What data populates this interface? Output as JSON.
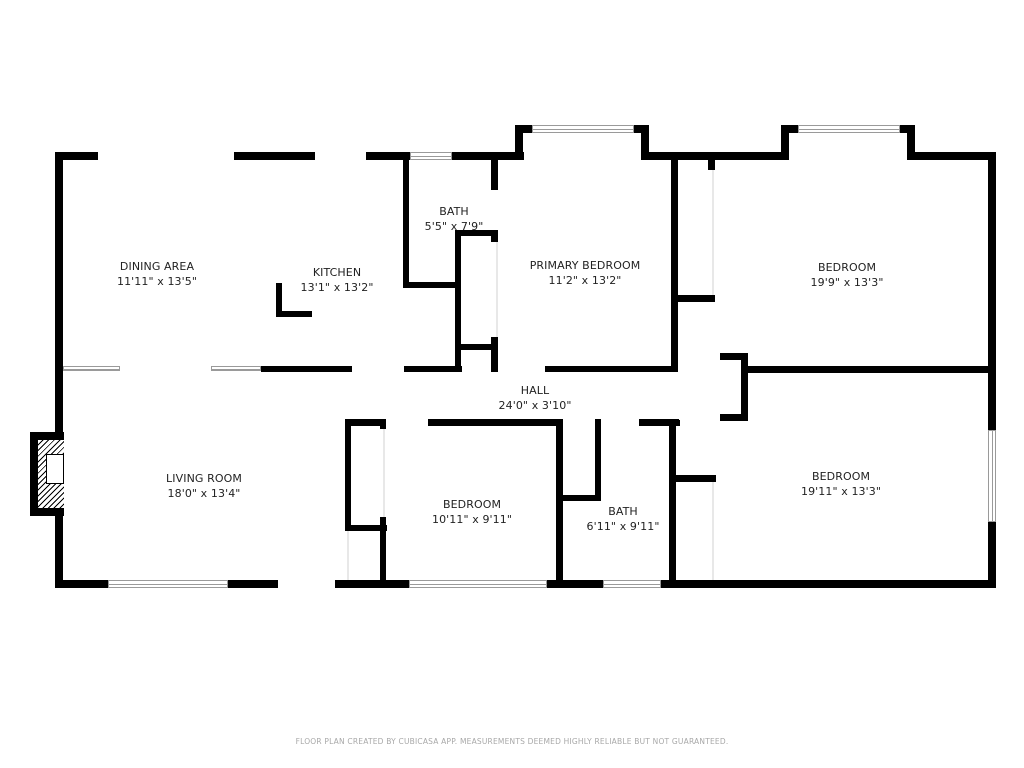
{
  "rooms": {
    "dining": {
      "name": "DINING AREA",
      "dims": "11'11\" x 13'5\""
    },
    "kitchen": {
      "name": "KITCHEN",
      "dims": "13'1\" x 13'2\""
    },
    "bath1": {
      "name": "BATH",
      "dims": "5'5\" x 7'9\""
    },
    "primary_bedroom": {
      "name": "PRIMARY BEDROOM",
      "dims": "11'2\" x 13'2\""
    },
    "bedroom_ne": {
      "name": "BEDROOM",
      "dims": "19'9\" x 13'3\""
    },
    "hall": {
      "name": "HALL",
      "dims": "24'0\" x 3'10\""
    },
    "living": {
      "name": "LIVING ROOM",
      "dims": "18'0\" x 13'4\""
    },
    "bedroom_s": {
      "name": "BEDROOM",
      "dims": "10'11\" x 9'11\""
    },
    "bath2": {
      "name": "BATH",
      "dims": "6'11\" x 9'11\""
    },
    "bedroom_se": {
      "name": "BEDROOM",
      "dims": "19'11\" x 13'3\""
    }
  },
  "footer": {
    "disclaimer": "FLOOR PLAN CREATED BY CUBICASA APP. MEASUREMENTS DEEMED HIGHLY RELIABLE BUT NOT GUARANTEED."
  },
  "colors": {
    "wall": "#000000",
    "background": "#ffffff",
    "text": "#222222",
    "footer_text": "#a8a8a8"
  }
}
